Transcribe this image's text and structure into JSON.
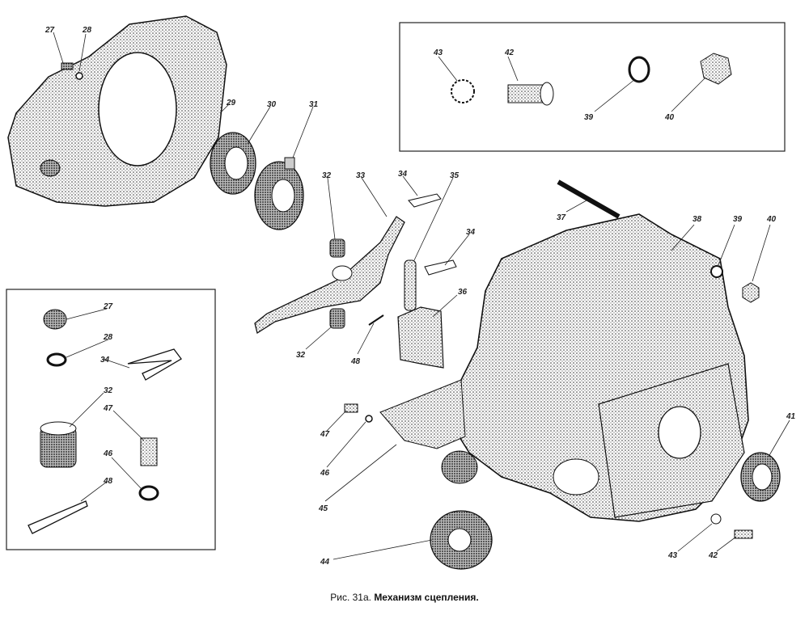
{
  "caption": {
    "prefix": "Рис. 31а.",
    "title": "Механизм сцепления."
  },
  "labels": {
    "n27a": "27",
    "n28a": "28",
    "n29": "29",
    "n30": "30",
    "n31": "31",
    "n32a": "32",
    "n33": "33",
    "n34a": "34",
    "n35": "35",
    "n34b": "34",
    "n32b": "32",
    "n48a": "48",
    "n36": "36",
    "n37": "37",
    "n38": "38",
    "n39a": "39",
    "n40a": "40",
    "n43a": "43",
    "n42a": "42",
    "n39b": "39",
    "n40b": "40",
    "n27b": "27",
    "n28b": "28",
    "n34c": "34",
    "n32c": "32",
    "n47a": "47",
    "n46a": "46",
    "n48b": "48",
    "n47b": "47",
    "n46b": "46",
    "n45": "45",
    "n41": "41",
    "n44": "44",
    "n43b": "43",
    "n42b": "42"
  }
}
